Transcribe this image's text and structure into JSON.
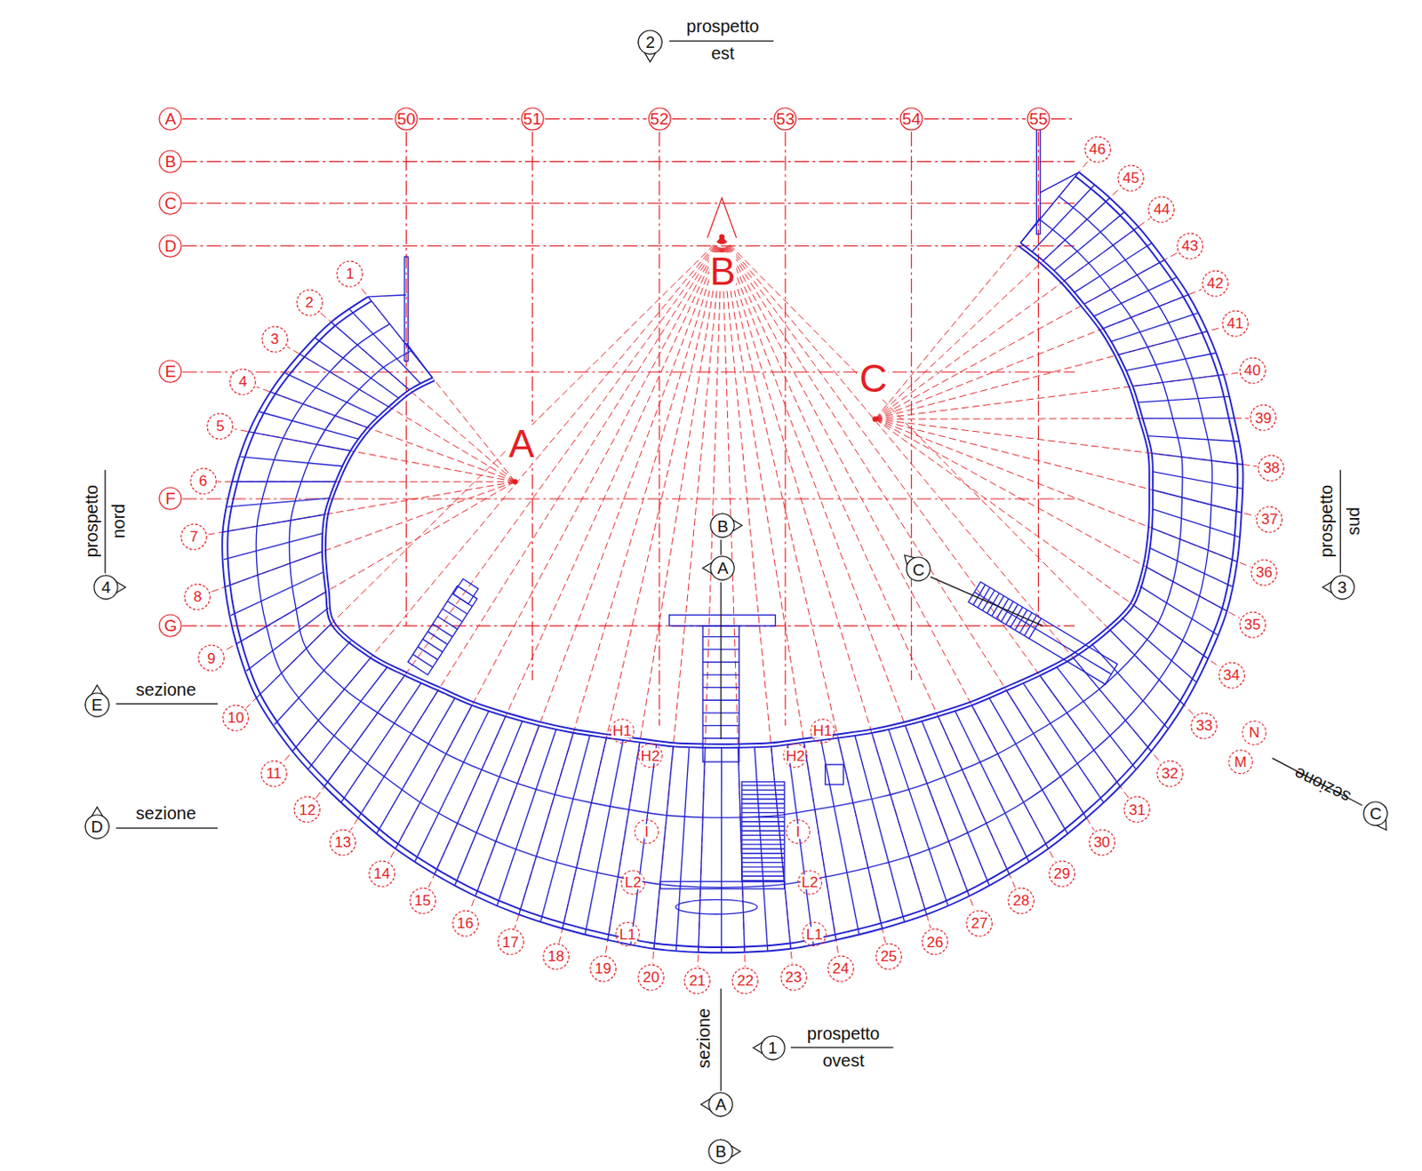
{
  "diagram": {
    "nodes": [
      {
        "text": [
          "2",
          "prospetto est"
        ]
      },
      {
        "text": [
          "A"
        ]
      },
      {
        "text": [
          "50"
        ]
      },
      {
        "text": [
          "51"
        ]
      },
      {
        "text": [
          "52"
        ]
      },
      {
        "text": [
          "53"
        ]
      },
      {
        "text": [
          "54"
        ]
      },
      {
        "text": [
          "55"
        ]
      },
      {
        "text": [
          "B"
        ]
      },
      {
        "text": [
          "C"
        ]
      },
      {
        "text": [
          "D"
        ]
      },
      {
        "text": [
          "E"
        ]
      },
      {
        "text": [
          "F"
        ]
      },
      {
        "text": [
          "G"
        ]
      },
      {
        "text": [
          "1"
        ]
      },
      {
        "text": [
          "2"
        ]
      },
      {
        "text": [
          "3"
        ]
      },
      {
        "text": [
          "4"
        ]
      },
      {
        "text": [
          "5"
        ]
      },
      {
        "text": [
          "6"
        ]
      },
      {
        "text": [
          "7"
        ]
      },
      {
        "text": [
          "8"
        ]
      },
      {
        "text": [
          "9"
        ]
      },
      {
        "text": [
          "10"
        ]
      },
      {
        "text": [
          "11"
        ]
      },
      {
        "text": [
          "12"
        ]
      },
      {
        "text": [
          "13"
        ]
      },
      {
        "text": [
          "14"
        ]
      },
      {
        "text": [
          "15"
        ]
      },
      {
        "text": [
          "16"
        ]
      },
      {
        "text": [
          "17"
        ]
      },
      {
        "text": [
          "18"
        ]
      },
      {
        "text": [
          "19"
        ]
      },
      {
        "text": [
          "20"
        ]
      },
      {
        "text": [
          "21"
        ]
      },
      {
        "text": [
          "22"
        ]
      },
      {
        "text": [
          "23"
        ]
      },
      {
        "text": [
          "24"
        ]
      },
      {
        "text": [
          "25"
        ]
      },
      {
        "text": [
          "26"
        ]
      },
      {
        "text": [
          "27"
        ]
      },
      {
        "text": [
          "28"
        ]
      },
      {
        "text": [
          "29"
        ]
      },
      {
        "text": [
          "30"
        ]
      },
      {
        "text": [
          "31"
        ]
      },
      {
        "text": [
          "32"
        ]
      },
      {
        "text": [
          "33"
        ]
      },
      {
        "text": [
          "34"
        ]
      },
      {
        "text": [
          "35"
        ]
      },
      {
        "text": [
          "36"
        ]
      },
      {
        "text": [
          "37"
        ]
      },
      {
        "text": [
          "38"
        ]
      },
      {
        "text": [
          "39"
        ]
      },
      {
        "text": [
          "40"
        ]
      },
      {
        "text": [
          "41"
        ]
      },
      {
        "text": [
          "42"
        ]
      },
      {
        "text": [
          "43"
        ]
      },
      {
        "text": [
          "44"
        ]
      },
      {
        "text": [
          "45"
        ]
      },
      {
        "text": [
          "46"
        ]
      },
      {
        "text": [
          "B"
        ]
      },
      {
        "text": [
          "A"
        ]
      },
      {
        "text": [
          "C"
        ]
      },
      {
        "text": [
          "4",
          "prospetto nord"
        ]
      },
      {
        "text": [
          "3",
          "prospetto sud"
        ]
      },
      {
        "text": [
          "E",
          "sezione"
        ]
      },
      {
        "text": [
          "D",
          "sezione"
        ]
      },
      {
        "text": [
          "C",
          "sezione"
        ]
      },
      {
        "text": [
          "A",
          "sezione"
        ]
      },
      {
        "text": [
          "B"
        ]
      },
      {
        "text": [
          "1",
          "prospetto ovest"
        ]
      }
    ],
    "labels": [
      "B",
      "C",
      "A",
      "H1",
      "H1",
      "H2",
      "H2",
      "N",
      "M",
      "I",
      "I",
      "L2",
      "L2",
      "L1",
      "L1"
    ]
  }
}
